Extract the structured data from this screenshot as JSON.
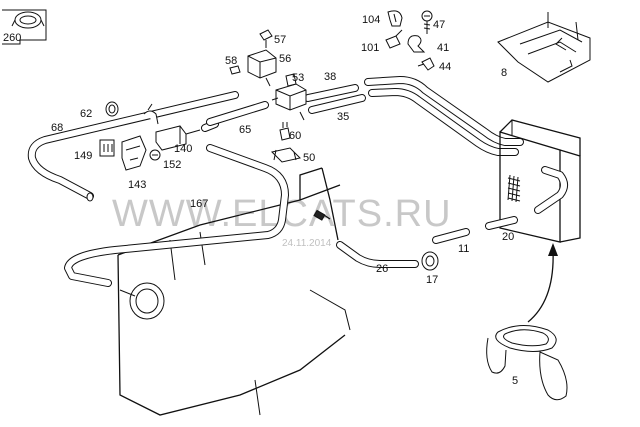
{
  "watermark": {
    "text": "WWW.ELCATS.RU",
    "date": "24.11.2014"
  },
  "part_numbers": {
    "p260": "260",
    "p104": "104",
    "p47": "47",
    "p101": "101",
    "p41": "41",
    "p44": "44",
    "p8": "8",
    "p57": "57",
    "p58": "58",
    "p56": "56",
    "p53": "53",
    "p38": "38",
    "p35": "35",
    "p62": "62",
    "p68": "68",
    "p65": "65",
    "p60": "60",
    "p50": "50",
    "p149": "149",
    "p140": "140",
    "p152": "152",
    "p143": "143",
    "p167": "167",
    "p26": "26",
    "p11": "11",
    "p20": "20",
    "p17": "17",
    "p5": "5"
  }
}
